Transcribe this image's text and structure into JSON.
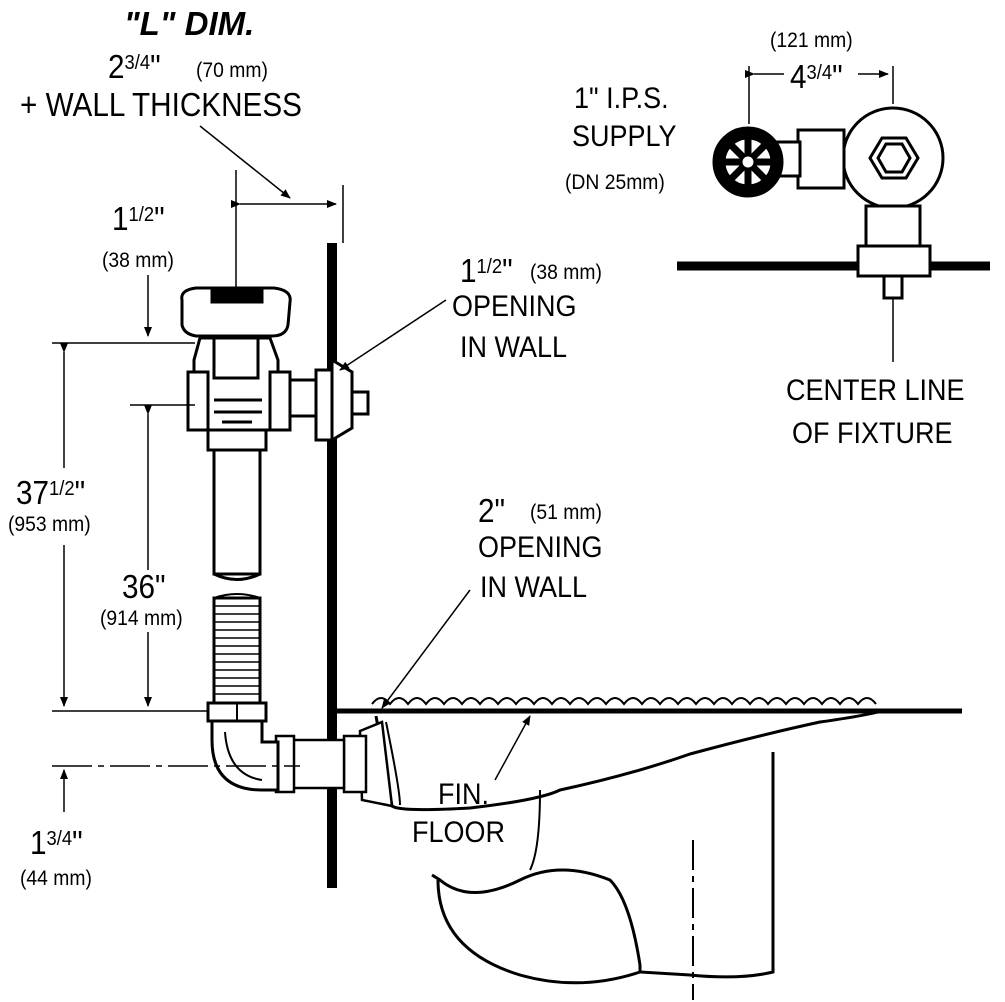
{
  "l_dim": {
    "title": "\"L\" DIM.",
    "whole": "2",
    "frac": "3/4",
    "inch": "\"",
    "metric": "(70 mm)",
    "extra": "+ WALL THICKNESS"
  },
  "dim_valve_top": {
    "whole": "1",
    "frac": "1/2",
    "inch": "\"",
    "metric": "(38 mm)"
  },
  "dim_height_total": {
    "whole": "37",
    "frac": "1/2",
    "inch": "\"",
    "metric": "(953 mm)"
  },
  "dim_height_rough": {
    "value": "36\"",
    "metric": "(914 mm)"
  },
  "dim_floor": {
    "whole": "1",
    "frac": "3/4",
    "inch": "\"",
    "metric": "(44 mm)"
  },
  "supply_opening": {
    "whole": "1",
    "frac": "1/2",
    "inch": "\"",
    "metric": "(38 mm)",
    "line1": "OPENING",
    "line2": "IN  WALL"
  },
  "spud_opening": {
    "value": "2\"",
    "metric": "(51 mm)",
    "line1": "OPENING",
    "line2": "IN  WALL"
  },
  "supply": {
    "line1": "1\"  I.P.S.",
    "line2": "SUPPLY",
    "line3": "(DN  25mm)"
  },
  "top_view_dim": {
    "metric": "(121 mm)",
    "whole": "4",
    "frac": "3/4",
    "inch": "\""
  },
  "centerline": {
    "line1": "CENTER LINE",
    "line2": "OF  FIXTURE"
  },
  "floor": {
    "line1": "FIN.",
    "line2": "FLOOR"
  }
}
